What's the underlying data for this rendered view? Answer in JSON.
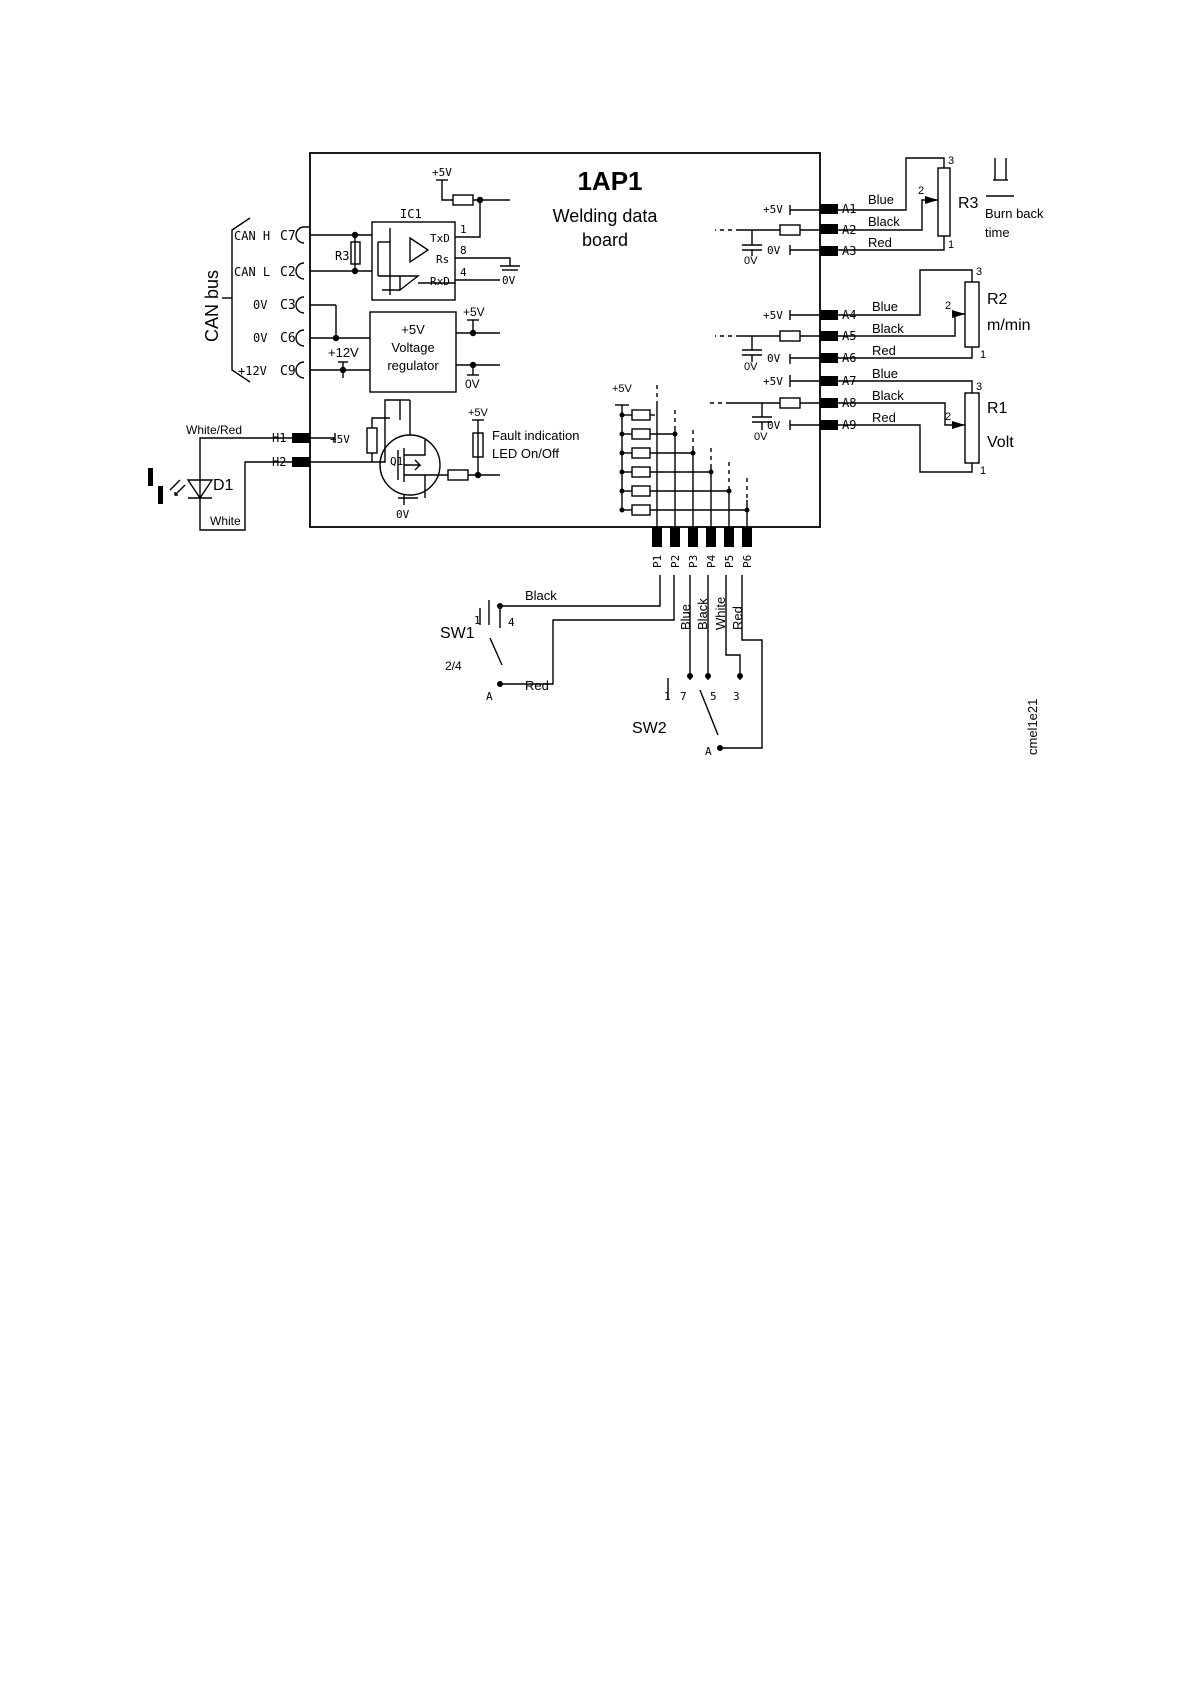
{
  "board": {
    "name": "1AP1",
    "title_line1": "Welding data",
    "title_line2": "board"
  },
  "can": {
    "label": "CAN bus",
    "wires": [
      "CAN H",
      "CAN L",
      "0V",
      "0V",
      "+12V"
    ]
  },
  "c_pins": [
    "C7",
    "C2",
    "C3",
    "C6",
    "C9"
  ],
  "ic": {
    "name": "IC1",
    "txd": "TxD",
    "rs": "Rs",
    "rxd": "RxD",
    "pin1": "1",
    "pin8": "8",
    "pin4": "4"
  },
  "r3_small": "R3",
  "reg": {
    "line1": "+5V",
    "line2": "Voltage",
    "line3": "regulator",
    "v12": "+12V"
  },
  "supply": {
    "p5": "+5V",
    "zero": "0V"
  },
  "h": {
    "h1": "H1",
    "h2": "H2",
    "wire_top": "White/Red",
    "wire_bottom": "White",
    "led": "D1",
    "p5": "+5V",
    "q1": "Q1"
  },
  "fault": {
    "line1": "Fault indication",
    "line2": "LED On/Off"
  },
  "a_pins": [
    "A1",
    "A2",
    "A3",
    "A4",
    "A5",
    "A6",
    "A7",
    "A8",
    "A9"
  ],
  "a_side": [
    "+5V",
    "0V"
  ],
  "colors": {
    "blue": "Blue",
    "black": "Black",
    "red": "Red",
    "white": "White"
  },
  "pots": {
    "r3": "R3",
    "r3_desc1": "Burn back",
    "r3_desc2": "time",
    "r2": "R2",
    "r2_desc": "m/min",
    "r1": "R1",
    "r1_desc": "Volt",
    "n1": "1",
    "n2": "2",
    "n3": "3"
  },
  "p_pins": [
    "P1",
    "P2",
    "P3",
    "P4",
    "P5",
    "P6"
  ],
  "sw1": {
    "name": "SW1",
    "pos": "2/4",
    "t1": "1",
    "t4": "4",
    "ta": "A"
  },
  "sw2": {
    "name": "SW2",
    "t1": "1",
    "t7": "7",
    "t5": "5",
    "t3": "3",
    "ta": "A"
  },
  "drawing_id": "cmel1e21"
}
